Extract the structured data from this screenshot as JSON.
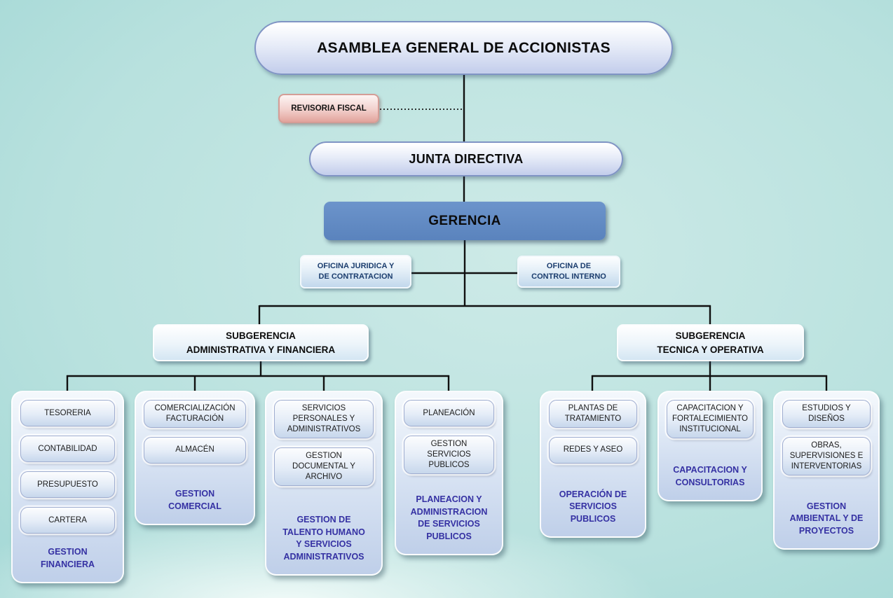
{
  "org": {
    "asamblea": "ASAMBLEA GENERAL DE ACCIONISTAS",
    "revisoria": "REVISORIA FISCAL",
    "junta": "JUNTA DIRECTIVA",
    "gerencia": "GERENCIA",
    "oficina_juridica": [
      "OFICINA JURIDICA Y",
      "DE CONTRATACION"
    ],
    "oficina_control": [
      "OFICINA DE",
      "CONTROL INTERNO"
    ],
    "sub_admin": [
      "SUBGERENCIA",
      "ADMINISTRATIVA Y FINANCIERA"
    ],
    "sub_tecnica": [
      "SUBGERENCIA",
      "TECNICA Y OPERATIVA"
    ],
    "groups": [
      {
        "items": [
          [
            "TESORERIA"
          ],
          [
            "CONTABILIDAD"
          ],
          [
            "PRESUPUESTO"
          ],
          [
            "CARTERA"
          ]
        ],
        "label": [
          "GESTION",
          "FINANCIERA"
        ]
      },
      {
        "items": [
          [
            "COMERCIALIZACIÓN",
            "FACTURACIÓN"
          ],
          [
            "ALMACÉN"
          ]
        ],
        "label": [
          "GESTION",
          "COMERCIAL"
        ]
      },
      {
        "items": [
          [
            "SERVICIOS",
            "PERSONALES Y",
            "ADMINISTRATIVOS"
          ],
          [
            "GESTION",
            "DOCUMENTAL Y",
            "ARCHIVO"
          ]
        ],
        "label": [
          "GESTION DE",
          "TALENTO HUMANO",
          "Y SERVICIOS",
          "ADMINISTRATIVOS"
        ]
      },
      {
        "items": [
          [
            "PLANEACIÓN"
          ],
          [
            "GESTION SERVICIOS",
            "PUBLICOS"
          ]
        ],
        "label": [
          "PLANEACION Y",
          "ADMINISTRACION",
          "DE SERVICIOS",
          "PUBLICOS"
        ]
      },
      {
        "items": [
          [
            "PLANTAS DE",
            "TRATAMIENTO"
          ],
          [
            "REDES Y ASEO"
          ]
        ],
        "label": [
          "OPERACIÓN DE",
          "SERVICIOS",
          "PUBLICOS"
        ]
      },
      {
        "items": [
          [
            "CAPACITACION Y",
            "FORTALECIMIENTO",
            "INSTITUCIONAL"
          ]
        ],
        "label": [
          "CAPACITACION Y",
          "CONSULTORIAS"
        ]
      },
      {
        "items": [
          [
            "ESTUDIOS Y",
            "DISEÑOS"
          ],
          [
            "OBRAS,",
            "SUPERVISIONES E",
            "INTERVENTORIAS"
          ]
        ],
        "label": [
          "GESTION",
          "AMBIENTAL Y DE",
          "PROYECTOS"
        ]
      }
    ],
    "colors": {
      "background_teal": "#9fd6d4",
      "gerencia_blue": "#5a83bd",
      "revisoria_pink": "#eab3ac",
      "node_fill_light": "#e7ecf8",
      "group_fill": "#c9d6ec",
      "label_purple": "#3531a3",
      "office_text_navy": "#1b3d6e",
      "connector_black": "#101010"
    }
  }
}
